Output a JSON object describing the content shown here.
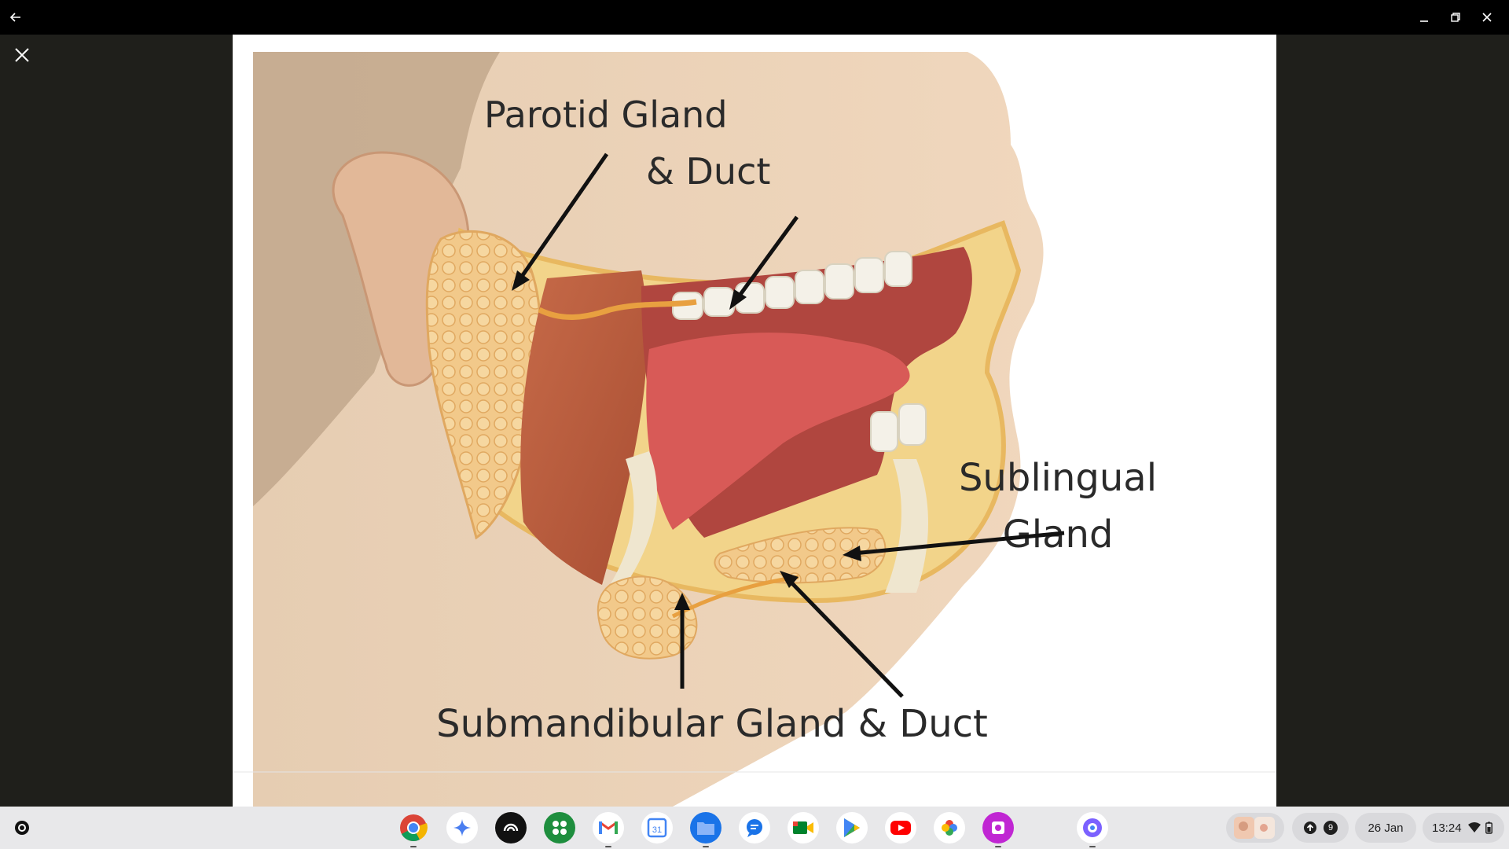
{
  "window": {
    "back_icon": "arrow-left-icon",
    "minimize_icon": "minimize-icon",
    "restore_icon": "restore-icon",
    "close_icon": "close-icon"
  },
  "viewer": {
    "close_icon": "close-icon",
    "share_icon": "share-icon",
    "diagram_labels": {
      "parotid_line1": "Parotid Gland",
      "parotid_line2": "& Duct",
      "sublingual_line1": "Sublingual",
      "sublingual_line2": "Gland",
      "submandibular": "Submandibular Gland & Duct"
    }
  },
  "shelf": {
    "apps": [
      {
        "name": "Chrome",
        "icon": "chrome-icon"
      },
      {
        "name": "Gemini",
        "icon": "gemini-icon"
      },
      {
        "name": "Podcast",
        "icon": "podcast-icon"
      },
      {
        "name": "App Launcher Grid",
        "icon": "apps-grid-icon"
      },
      {
        "name": "Gmail",
        "icon": "gmail-icon"
      },
      {
        "name": "Calendar",
        "icon": "calendar-icon",
        "label": "31"
      },
      {
        "name": "Files",
        "icon": "files-icon"
      },
      {
        "name": "Messages",
        "icon": "messages-icon"
      },
      {
        "name": "Meet",
        "icon": "meet-icon"
      },
      {
        "name": "Play Store",
        "icon": "play-store-icon"
      },
      {
        "name": "YouTube",
        "icon": "youtube-icon"
      },
      {
        "name": "Photos",
        "icon": "photos-icon"
      },
      {
        "name": "Screen Recorder",
        "icon": "screen-recorder-icon"
      },
      {
        "name": "Camera",
        "icon": "camera-icon"
      }
    ],
    "tray": {
      "notification_count": "9",
      "date": "26 Jan",
      "time": "13:24"
    }
  }
}
